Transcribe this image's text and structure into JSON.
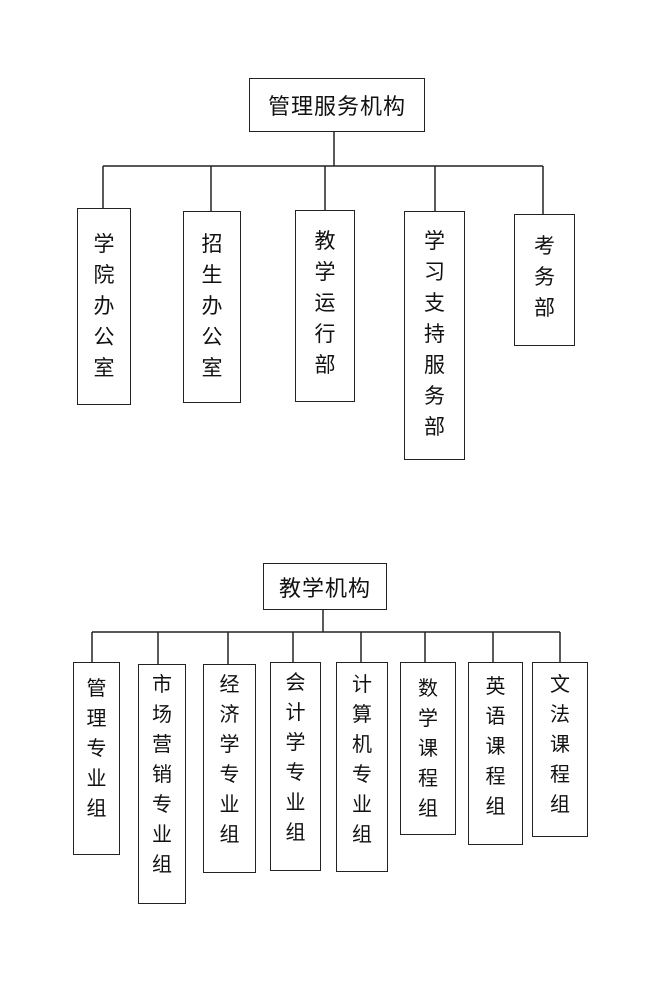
{
  "sections": [
    {
      "title": "管理服务机构",
      "children": [
        "学院办公室",
        "招生办公室",
        "教学运行部",
        "学习支持服务部",
        "考务部"
      ]
    },
    {
      "title": "教学机构",
      "children": [
        "管理专业组",
        "市场营销专业组",
        "经济学专业组",
        "会计学专业组",
        "计算机专业组",
        "数学课程组",
        "英语课程组",
        "文法课程组"
      ]
    }
  ],
  "colors": {
    "line": "#222222",
    "box_border": "#222222",
    "background": "#ffffff"
  }
}
